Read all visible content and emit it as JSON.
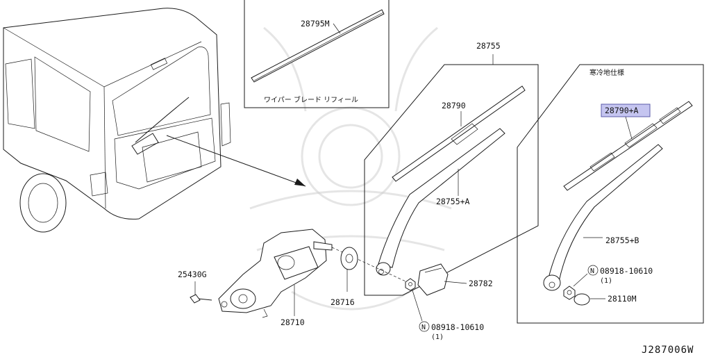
{
  "diagram_code": "J287006W",
  "inset_top": {
    "part_number": "28795M",
    "caption": "ワイパー ブレード リフィール"
  },
  "center_box": {
    "header_part": "28755",
    "blade_part": "28790",
    "arm_part": "28755+A"
  },
  "right_box": {
    "spec_label": "寒冷地仕様",
    "blade_part": "28790+A",
    "arm_part": "28755+B",
    "nut_part": "08918-10610",
    "nut_qty": "(1)",
    "cap_part": "28110M",
    "nut_symbol": "N"
  },
  "parts": {
    "bolt": "25430G",
    "motor": "28710",
    "seal": "28716",
    "arm_cover": "28782",
    "nut_part": "08918-10610",
    "nut_qty": "(1)",
    "nut_symbol": "N"
  },
  "colors": {
    "highlight_fill": "#c5c5f0",
    "highlight_border": "#5a5aa8",
    "line": "#1a1a1a"
  }
}
